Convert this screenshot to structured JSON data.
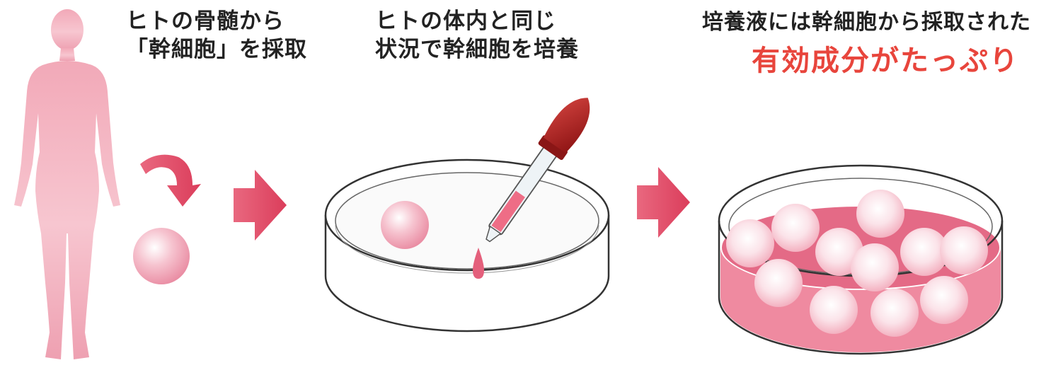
{
  "steps": [
    {
      "line1": "ヒトの骨髄から",
      "line2": "「幹細胞」を採取"
    },
    {
      "line1": "ヒトの体内と同じ",
      "line2": "状況で幹細胞を培養"
    },
    {
      "line1": "培養液には幹細胞から採取された",
      "highlight": "有効成分がたっぷり"
    }
  ],
  "colors": {
    "highlight": "#e8453c",
    "pink": "#e8879c",
    "arrow": "#e04a63",
    "medium": "#ef8aa0",
    "dropper_bulb": "#b3201f"
  },
  "icons": [
    "human-silhouette-icon",
    "curved-arrow-icon",
    "right-arrow-icon",
    "petri-dish-icon",
    "dropper-icon",
    "stem-cell-sphere-icon"
  ]
}
